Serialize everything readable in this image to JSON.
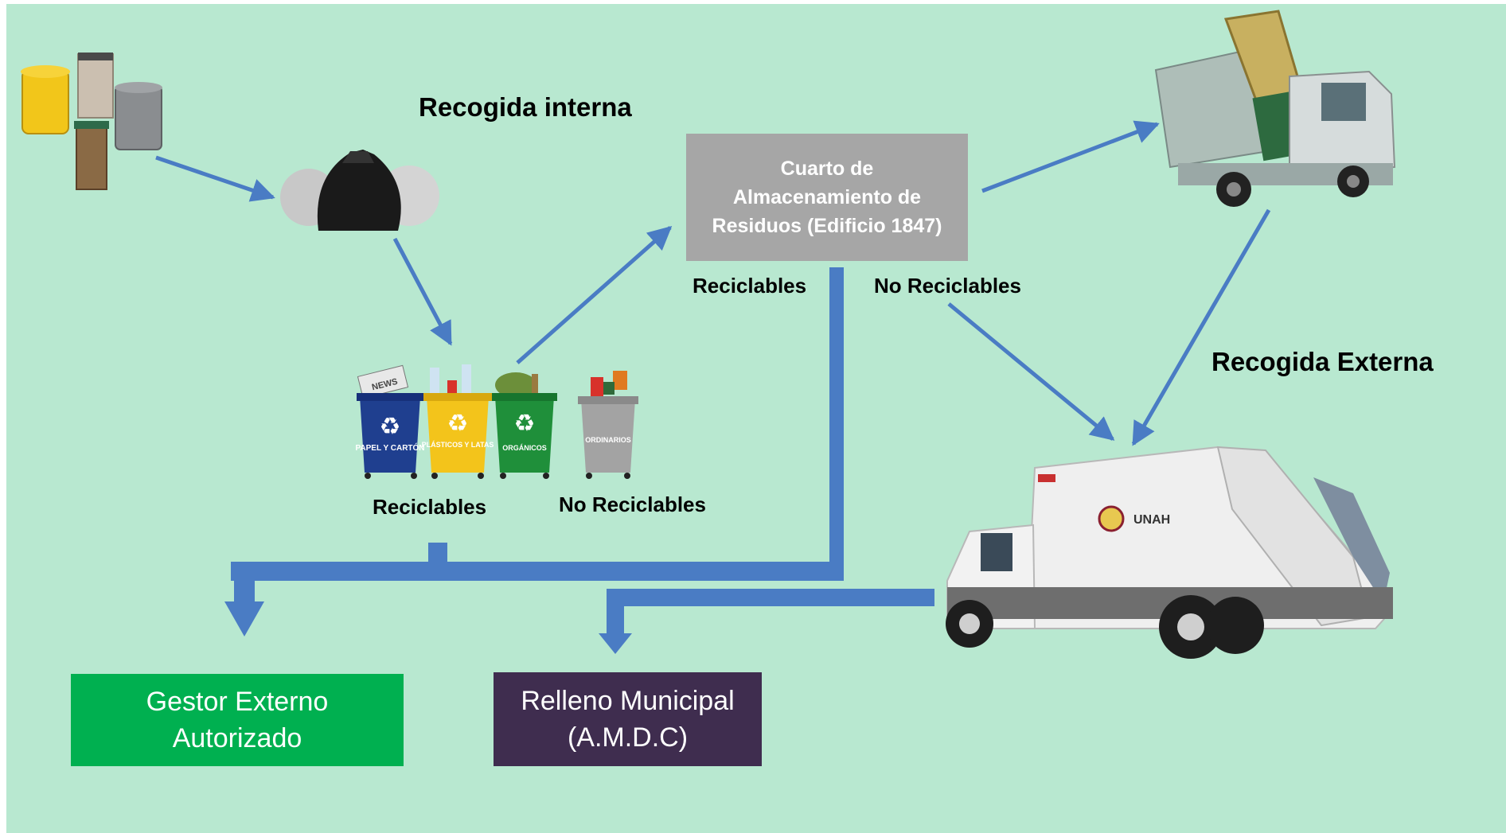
{
  "labels": {
    "recogida_interna": "Recogida interna",
    "recogida_externa": "Recogida Externa",
    "reciclables_left": "Reciclables",
    "no_reciclables_left": "No Reciclables",
    "reciclables_right": "Reciclables",
    "no_reciclables_right": "No Reciclables"
  },
  "storage_room": {
    "line1": "Cuarto de",
    "line2": "Almacenamiento de",
    "line3": "Residuos (Edificio 1847)"
  },
  "gestor": {
    "line1": "Gestor Externo",
    "line2": "Autorizado"
  },
  "relleno": {
    "line1": "Relleno Municipal",
    "line2": "(A.M.D.C)"
  },
  "bins": {
    "papel": "PAPEL Y CARTÓN",
    "plasticos": "PLÁSTICOS Y LATAS",
    "organicos": "ORGÁNICOS",
    "ordinarios": "ORDINARIOS",
    "news": "NEWS"
  },
  "truck_logo": "UNAH",
  "colors": {
    "background": "#b8e8d0",
    "arrow": "#4a7cc4",
    "storage_box": "#a6a6a6",
    "gestor_box": "#00b050",
    "relleno_box": "#3f2d4f"
  }
}
